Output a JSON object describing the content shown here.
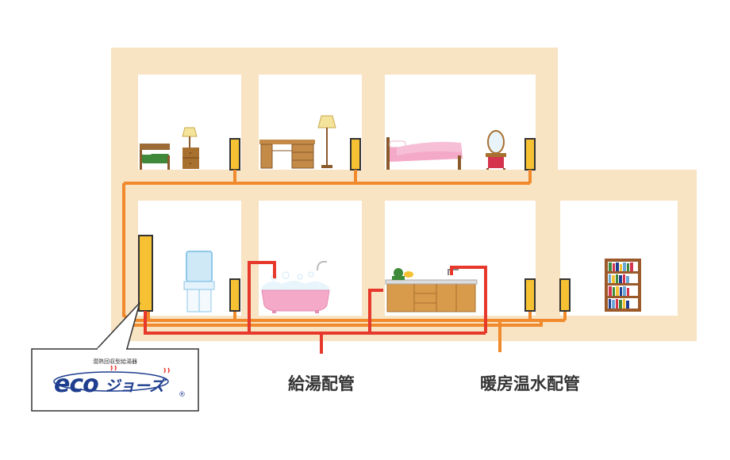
{
  "labels": {
    "hot_water_pipe": "給湯配管",
    "heating_water_pipe": "暖房温水配管"
  },
  "logo": {
    "caption": "潜熱回収型給湯器",
    "eco": "eco",
    "jozu": "ジョーズ",
    "registered": "®"
  },
  "colors": {
    "house_wall": "#f8e3c3",
    "room": "#ffffff",
    "hot_water_pipe": "#e6392b",
    "heating_water_pipe": "#f08a2c",
    "heater": "#f6c233",
    "logo_blue": "#1f3e8f"
  },
  "icons": [
    "bed-icon",
    "lamp-icon",
    "desk-icon",
    "floor-lamp-icon",
    "pink-bed-icon",
    "dresser-icon",
    "radiator-icon",
    "water-heater-icon",
    "washbasin-icon",
    "bathtub-icon",
    "kitchen-icon",
    "bookshelf-icon"
  ]
}
